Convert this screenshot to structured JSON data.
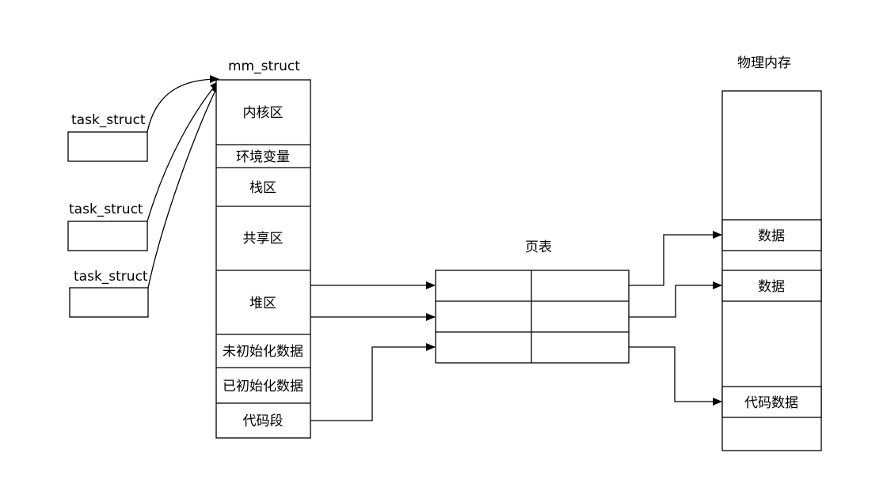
{
  "task_structs": [
    "task_struct",
    "task_struct",
    "task_struct"
  ],
  "mm_struct": {
    "title": "mm_struct",
    "segments": [
      "内核区",
      "环境变量",
      "栈区",
      "共享区",
      "堆区",
      "未初始化数据",
      "已初始化数据",
      "代码段"
    ]
  },
  "page_table": {
    "title": "页表",
    "rows": 3,
    "cols": 2
  },
  "physical_memory": {
    "title": "物理内存",
    "blocks": [
      "数据",
      "数据",
      "代码数据"
    ]
  }
}
